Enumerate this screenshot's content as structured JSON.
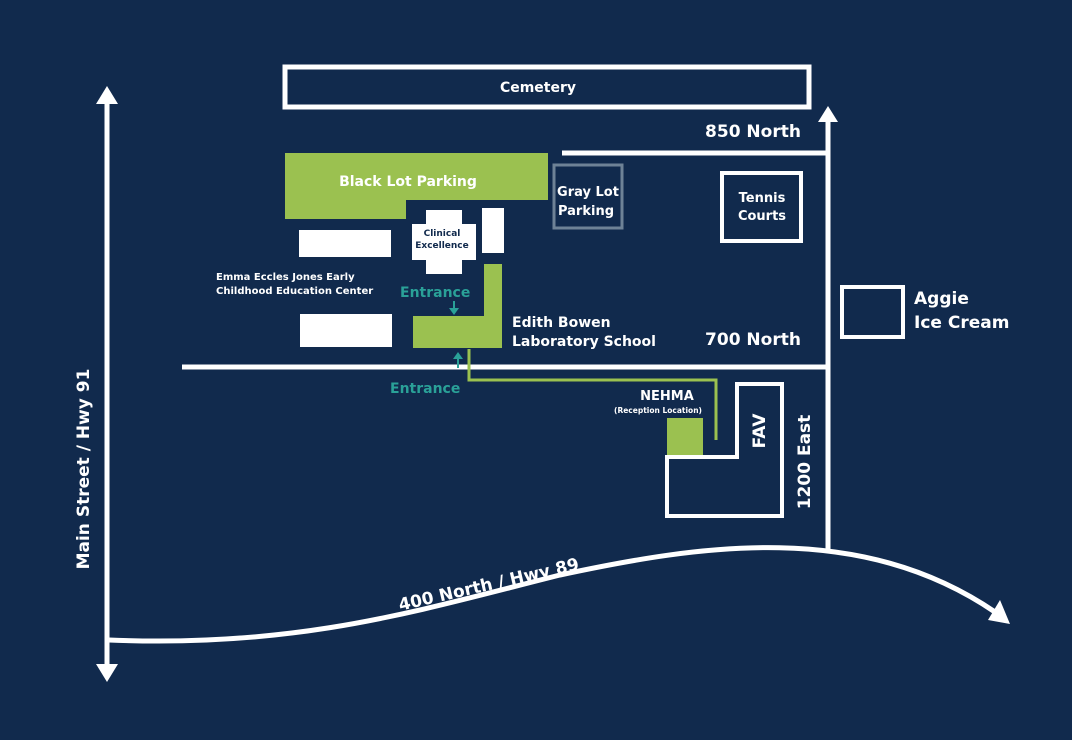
{
  "colors": {
    "background": "#112a4d",
    "road": "#ffffff",
    "parking_green": "#9bc150",
    "gray_lot": "#6e8296",
    "entrance_teal": "#2aa198"
  },
  "roads": {
    "main_street": "Main Street / Hwy 91",
    "north_850": "850 North",
    "north_700": "700 North",
    "east_1200": "1200 East",
    "north_400": "400 North / Hwy 89"
  },
  "buildings": {
    "cemetery": "Cemetery",
    "black_lot": "Black Lot Parking",
    "gray_lot": [
      "Gray Lot",
      "Parking"
    ],
    "tennis": [
      "Tennis",
      "Courts"
    ],
    "clinical": [
      "Clinical",
      "Excellence"
    ],
    "emma": [
      "Emma Eccles Jones Early",
      "Childhood Education Center"
    ],
    "edith": [
      "Edith Bowen",
      "Laboratory School"
    ],
    "aggie": [
      "Aggie",
      "Ice Cream"
    ],
    "nehma": "NEHMA",
    "nehma_sub": "(Reception Location)",
    "fav": "FAV"
  },
  "entrances": {
    "upper": "Entrance",
    "lower": "Entrance"
  }
}
